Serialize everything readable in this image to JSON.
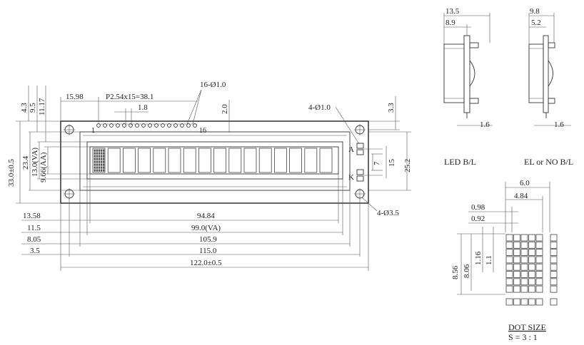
{
  "front_view": {
    "dims": {
      "d_4_3": "4.3",
      "d_9_5": "9.5",
      "d_11_17": "11.17",
      "d_15_98": "15.98",
      "pitch": "P2.54x15=38.1",
      "pin_holes": "16-Ø1.0",
      "d_1_8": "1.8",
      "d_2_0": "2.0",
      "led_holes": "4-Ø1.0",
      "d_3_3": "3.3",
      "d_33_0": "33.0±0.5",
      "d_23_4": "23.4",
      "va_13": "13.0(VA)",
      "aa_9_66": "9.66(AA)",
      "d_7": "7",
      "d_15": "15",
      "d_25_2": "25.2",
      "mount_holes": "4-Ø3.5",
      "d_13_58": "13.58",
      "d_94_84": "94.84",
      "d_11_5": "11.5",
      "va_99": "99.0(VA)",
      "d_8_05": "8.05",
      "d_105_9": "105.9",
      "d_3_5": "3.5",
      "d_115": "115.0",
      "d_122": "122.0±0.5"
    },
    "pin_first": "1",
    "pin_last": "16",
    "led_anode": "A",
    "led_cathode": "K"
  },
  "side_views": [
    {
      "caption": "LED B/L",
      "outer": "13.5",
      "inner": "8.9",
      "bottom": "1.6"
    },
    {
      "caption": "EL or NO B/L",
      "outer": "9.8",
      "inner": "5.2",
      "bottom": "1.6"
    }
  ],
  "dot_size": {
    "w_total": "6.0",
    "w_dots": "4.84",
    "pitch": "0.98",
    "dot": "0.92",
    "h_total": "8.56",
    "h_dots": "8.06",
    "v_pitch": "1.16",
    "v_dot": "1.1",
    "title": "DOT SIZE",
    "scale": "S = 3 : 1"
  }
}
